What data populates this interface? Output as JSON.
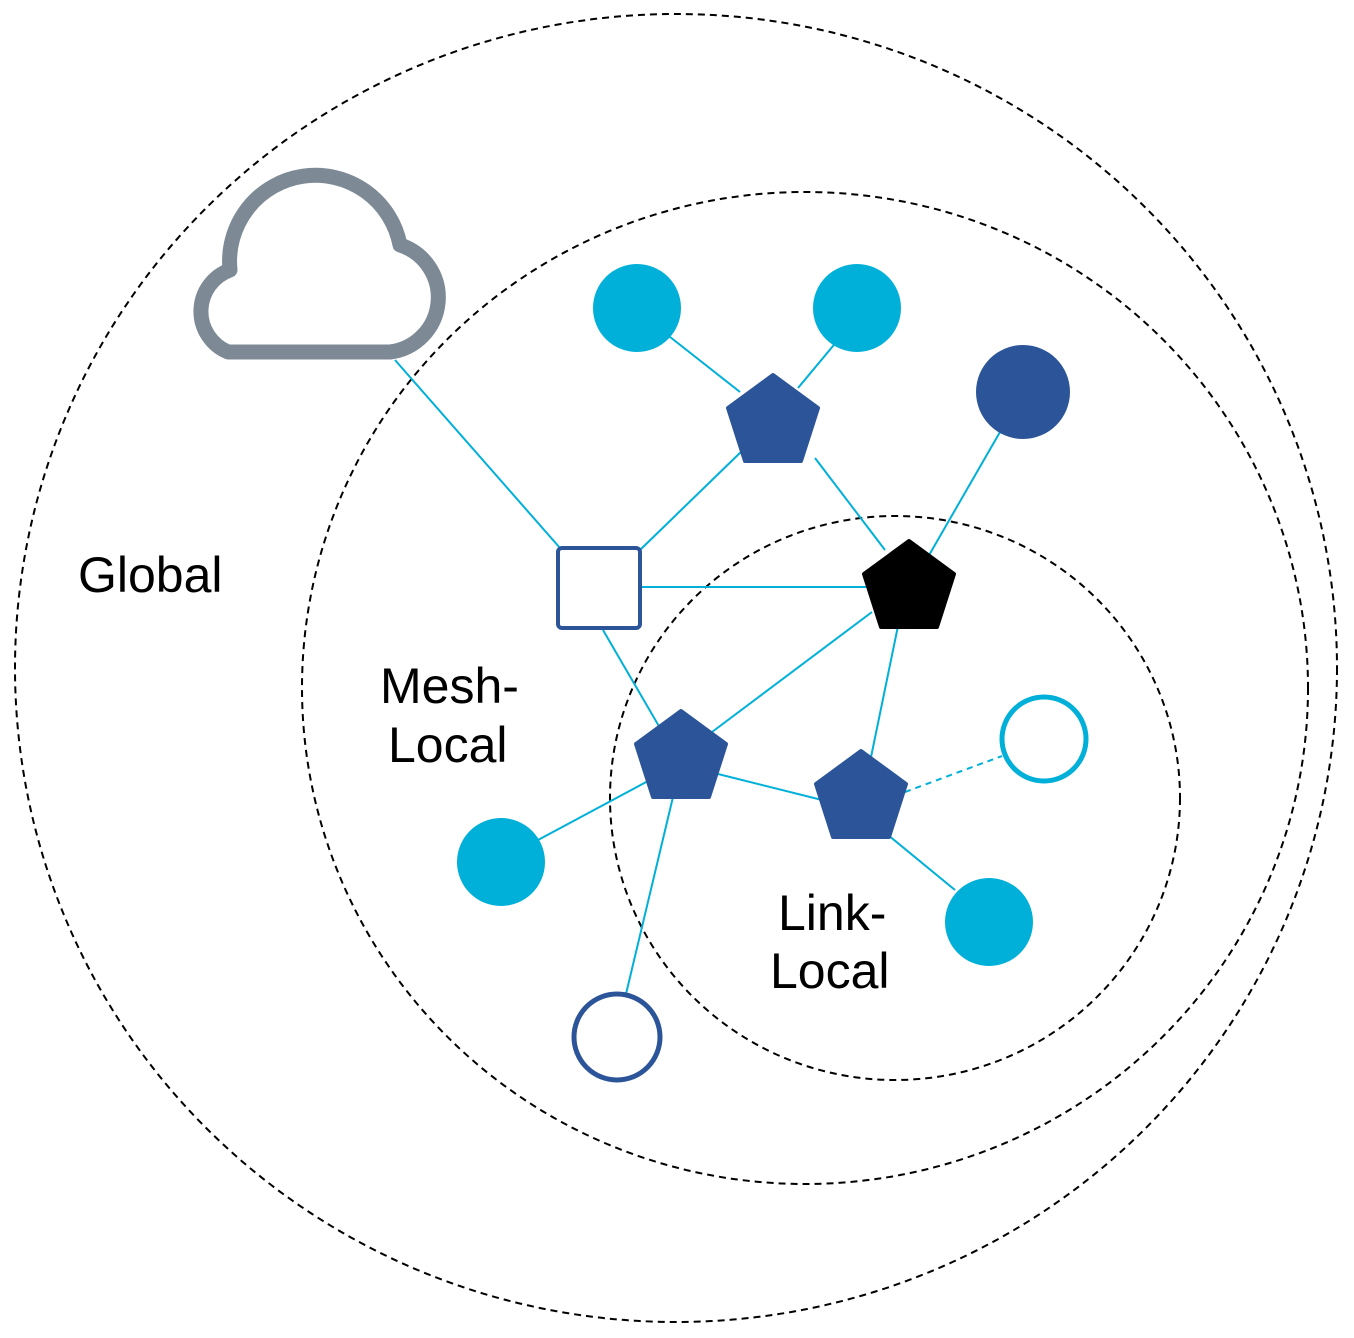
{
  "labels": {
    "global": "Global",
    "mesh_local_line1": "Mesh-",
    "mesh_local_line2": "Local",
    "link_local_line1": "Link-",
    "link_local_line2": "Local"
  },
  "colors": {
    "boundary": "#000000",
    "link": "#00b0d8",
    "router": "#2c5599",
    "leader": "#000000",
    "end_device": "#00b0d8",
    "cloud": "#7d8a96",
    "background": "#ffffff"
  },
  "icons": {
    "cloud": "cloud-icon",
    "border_router": "square-outline-icon",
    "router": "pentagon-icon",
    "leader": "pentagon-black-icon",
    "end_device": "filled-circle-icon",
    "sleepy_end_device": "outline-circle-icon"
  }
}
